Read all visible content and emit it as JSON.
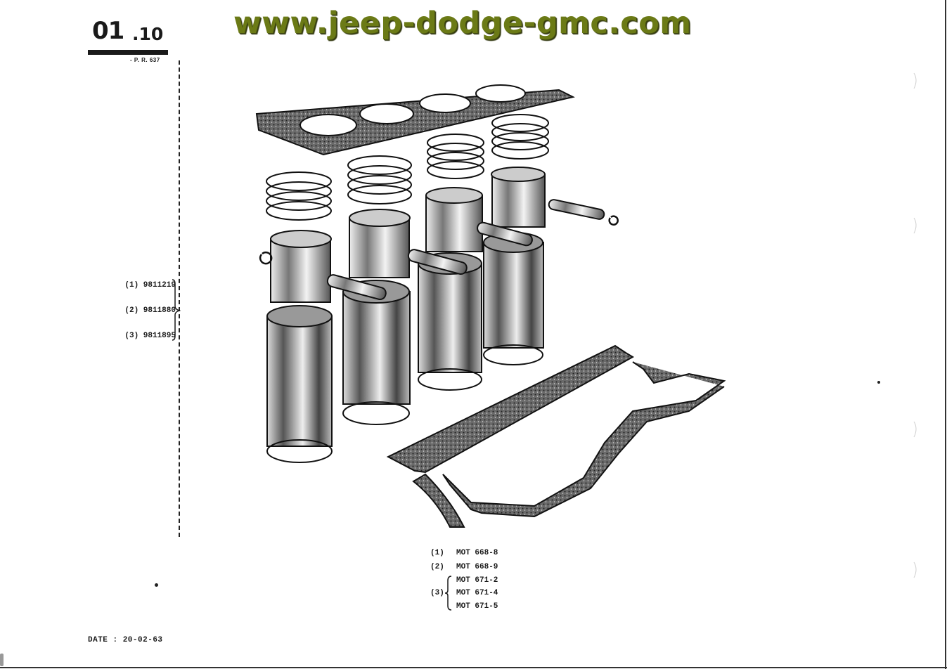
{
  "header": {
    "section_major": "01",
    "section_minor": ".10",
    "pr_ref": "- P. R. 637",
    "watermark": "www.jeep-dodge-gmc.com"
  },
  "references": [
    {
      "label": "(1) 9811219"
    },
    {
      "label": "(2) 9811880"
    },
    {
      "label": "(3) 9811895"
    }
  ],
  "diagram_parts": [
    "cylinder-head-gasket",
    "piston-ring-set",
    "piston",
    "piston-pin",
    "snap-ring",
    "cylinder-liner",
    "liner-seal",
    "oil-pan-gasket"
  ],
  "parts_table": [
    {
      "index": "(1)",
      "code": "MOT 668-8"
    },
    {
      "index": "(2)",
      "code": "MOT 668-9"
    },
    {
      "index": "(3)",
      "code": "MOT 671-2"
    },
    {
      "index": "",
      "code": "MOT 671-4"
    },
    {
      "index": "",
      "code": "MOT 671-5"
    }
  ],
  "footer": {
    "date": "DATE : 20-02-63"
  },
  "colors": {
    "ink": "#1a1a1a",
    "watermark": "#6b7a16",
    "paper": "#ffffff"
  }
}
